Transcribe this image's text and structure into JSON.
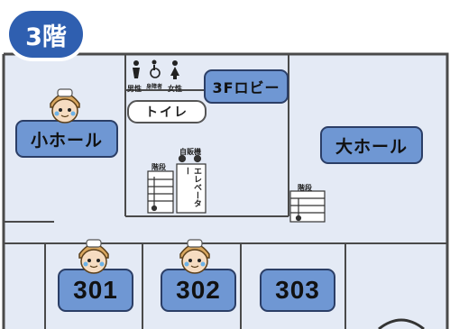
{
  "floor": {
    "label": "3階",
    "badge_color": "#2f5fb0"
  },
  "colors": {
    "floor_bg": "#e4eaf5",
    "wall": "#4a4a4a",
    "room_label_fill": "#6f97d3",
    "room_label_border": "#2b3e66"
  },
  "rooms": {
    "small_hall": "小ホール",
    "large_hall": "大ホール",
    "lobby": "3Fロビー",
    "toilet": "トイレ",
    "room_301": "301",
    "room_302": "302",
    "room_303": "303"
  },
  "toilet_signs": {
    "men": "男性",
    "accessible": "身障者",
    "women": "女性"
  },
  "facilities": {
    "vending": "自販機",
    "elevator": "エレベーター",
    "stairs_left": "階段",
    "stairs_right": "階段"
  },
  "mascots": [
    {
      "location": "small_hall",
      "icon": "staff-mascot-icon"
    },
    {
      "location": "room_301",
      "icon": "staff-mascot-icon"
    },
    {
      "location": "room_302",
      "icon": "staff-mascot-icon"
    }
  ]
}
